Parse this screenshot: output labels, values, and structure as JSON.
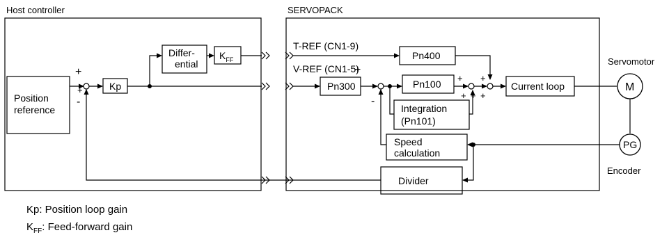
{
  "sections": {
    "host_controller": "Host controller",
    "servopack": "SERVOPACK"
  },
  "blocks": {
    "position_reference": [
      "Position",
      "reference"
    ],
    "kp": "Kp",
    "differential": [
      "Differ-",
      "ential"
    ],
    "kff": {
      "main": "K",
      "sub": "FF"
    },
    "pn400": "Pn400",
    "pn300": "Pn300",
    "pn100": "Pn100",
    "integration": [
      "Integration",
      "(Pn101)"
    ],
    "speed_calculation": [
      "Speed",
      "calculation"
    ],
    "current_loop": "Current loop",
    "divider": "Divider",
    "motor": "M",
    "pg": "PG"
  },
  "signals": {
    "t_ref": "T-REF (CN1-9)",
    "v_ref": "V-REF (CN1-5)"
  },
  "labels": {
    "servomotor": "Servomotor",
    "encoder": "Encoder"
  },
  "signs": {
    "plus": "+",
    "minus": "-"
  },
  "legend": {
    "kp_line": "Kp: Position loop gain",
    "kff_prefix": "K",
    "kff_sub": "FF",
    "kff_rest": ": Feed-forward gain"
  }
}
